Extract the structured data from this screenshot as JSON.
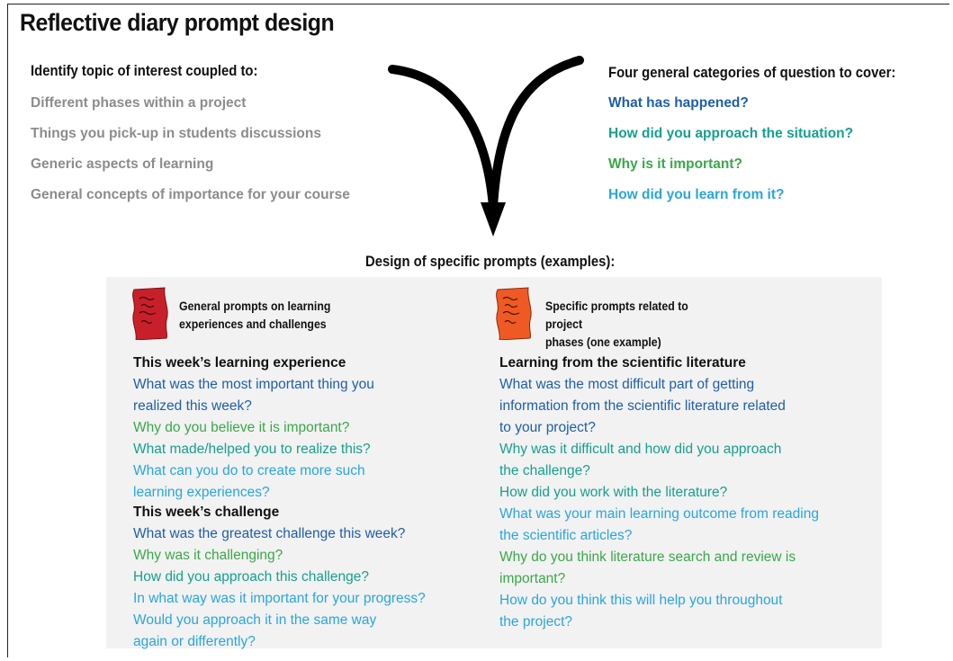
{
  "title": "Reflective diary prompt design",
  "left": {
    "heading": "Identify topic of interest coupled to:",
    "items": [
      "Different phases within a project",
      "Things you pick-up in students discussions",
      "Generic aspects of learning",
      "General concepts of importance for your course"
    ]
  },
  "right": {
    "heading": "Four general categories of question to cover:",
    "items": [
      {
        "text": "What has happened?",
        "color": "#1f5fa8"
      },
      {
        "text": "How did you approach the situation?",
        "color": "#17a08e"
      },
      {
        "text": "Why is it important?",
        "color": "#3aa84a"
      },
      {
        "text": "How did you learn from it?",
        "color": "#2aa6dc"
      }
    ]
  },
  "center_heading": "Design of specific prompts (examples):",
  "colors": {
    "dark_blue": "#1f5fa8",
    "green": "#3aa84a",
    "light_blue": "#2aa6dc",
    "teal": "#17a08e",
    "panel_bg": "#f2f2f2",
    "icon_red": "#c8202a",
    "icon_orange": "#ef5a24"
  },
  "panel_left": {
    "title_line1": "General prompts on learning",
    "title_line2": "experiences and challenges",
    "icon": "scroll-document-icon",
    "sections": [
      {
        "heading": "This week’s learning experience",
        "questions": [
          {
            "text": "What was the most important thing you",
            "color": "#1f5fa8"
          },
          {
            "text": "realized this week?",
            "color": "#1f5fa8"
          },
          {
            "text": "Why do you believe it is important?",
            "color": "#3aa84a"
          },
          {
            "text": "What made/helped you to realize this?",
            "color": "#17a08e"
          },
          {
            "text": "What can you do to create more such",
            "color": "#2aa6dc"
          },
          {
            "text": "learning experiences?",
            "color": "#2aa6dc"
          }
        ]
      },
      {
        "heading": "This week’s challenge",
        "questions": [
          {
            "text": "What was the greatest challenge this week?",
            "color": "#1f5fa8"
          },
          {
            "text": "Why was it challenging?",
            "color": "#3aa84a"
          },
          {
            "text": "How did you approach this challenge?",
            "color": "#17a08e"
          },
          {
            "text": "In what way was it important for your progress?",
            "color": "#2aa6dc"
          },
          {
            "text": "Would you approach it in the same way",
            "color": "#2aa6dc"
          },
          {
            "text": "again or differently?",
            "color": "#2aa6dc"
          }
        ]
      }
    ]
  },
  "panel_right": {
    "title_line1": "Specific prompts related to project",
    "title_line2": "phases (one example)",
    "icon": "scroll-document-icon",
    "sections": [
      {
        "heading": "Learning from the scientific literature",
        "questions": [
          {
            "text": "What was the most difficult part of getting",
            "color": "#1f5fa8"
          },
          {
            "text": "information from the scientific literature related",
            "color": "#1f5fa8"
          },
          {
            "text": "to your project?",
            "color": "#1f5fa8"
          },
          {
            "text": "Why was it difficult and how did you approach",
            "color": "#17a08e"
          },
          {
            "text": "the challenge?",
            "color": "#17a08e"
          },
          {
            "text": "How did you work with the literature?",
            "color": "#17a08e"
          },
          {
            "text": "What was your main learning outcome from reading",
            "color": "#2aa6dc"
          },
          {
            "text": "the scientific articles?",
            "color": "#2aa6dc"
          },
          {
            "text": "Why do you think literature search and review is",
            "color": "#3aa84a"
          },
          {
            "text": "important?",
            "color": "#3aa84a"
          },
          {
            "text": "How do you think this will help you throughout",
            "color": "#2aa6dc"
          },
          {
            "text": "the project?",
            "color": "#2aa6dc"
          }
        ]
      }
    ]
  }
}
